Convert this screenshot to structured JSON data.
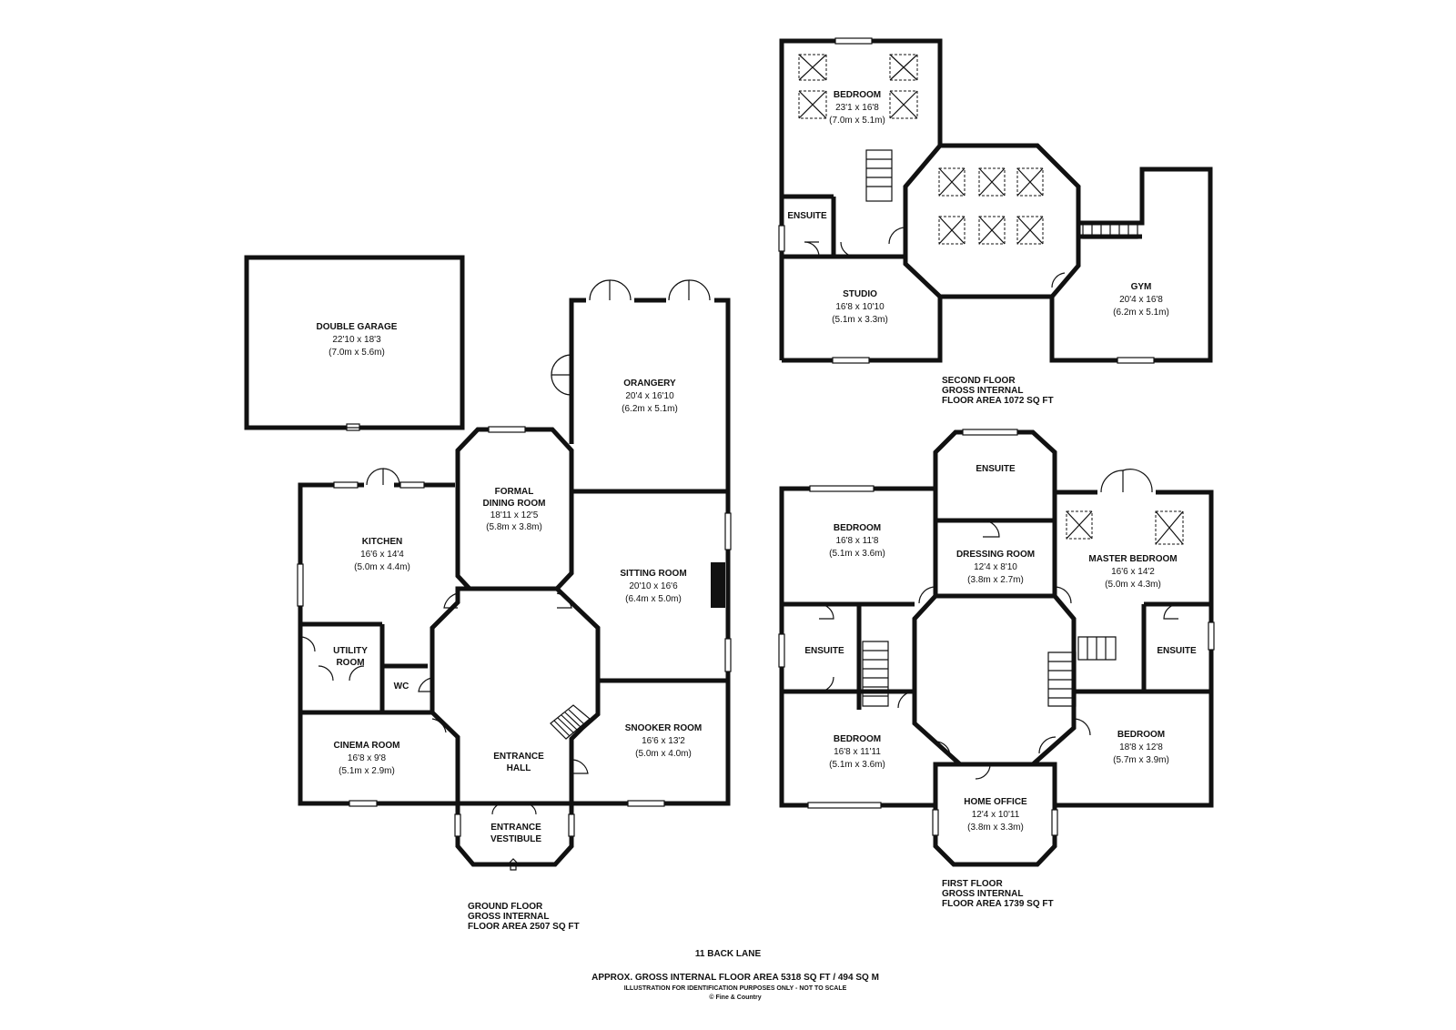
{
  "floors": {
    "ground": {
      "label_lines": [
        "GROUND FLOOR",
        "GROSS INTERNAL",
        "FLOOR AREA 2507 SQ FT"
      ],
      "rooms": [
        {
          "id": "double-garage",
          "name": [
            "DOUBLE GARAGE"
          ],
          "dims": [
            "22'10 x 18'3",
            "(7.0m x 5.6m)"
          ]
        },
        {
          "id": "orangery",
          "name": [
            "ORANGERY"
          ],
          "dims": [
            "20'4 x 16'10",
            "(6.2m x 5.1m)"
          ]
        },
        {
          "id": "formal-dining-room",
          "name": [
            "FORMAL",
            "DINING ROOM"
          ],
          "dims": [
            "18'11 x 12'5",
            "(5.8m x 3.8m)"
          ]
        },
        {
          "id": "kitchen",
          "name": [
            "KITCHEN"
          ],
          "dims": [
            "16'6 x 14'4",
            "(5.0m x 4.4m)"
          ]
        },
        {
          "id": "sitting-room",
          "name": [
            "SITTING ROOM"
          ],
          "dims": [
            "20'10 x 16'6",
            "(6.4m x 5.0m)"
          ]
        },
        {
          "id": "utility-room",
          "name": [
            "UTILITY",
            "ROOM"
          ],
          "dims": []
        },
        {
          "id": "wc",
          "name": [
            "WC"
          ],
          "dims": []
        },
        {
          "id": "cinema-room",
          "name": [
            "CINEMA ROOM"
          ],
          "dims": [
            "16'8 x 9'8",
            "(5.1m x 2.9m)"
          ]
        },
        {
          "id": "entrance-hall",
          "name": [
            "ENTRANCE",
            "HALL"
          ],
          "dims": []
        },
        {
          "id": "snooker-room",
          "name": [
            "SNOOKER ROOM"
          ],
          "dims": [
            "16'6 x 13'2",
            "(5.0m x 4.0m)"
          ]
        },
        {
          "id": "entrance-vestibule",
          "name": [
            "ENTRANCE",
            "VESTIBULE"
          ],
          "dims": []
        }
      ]
    },
    "second": {
      "label_lines": [
        "SECOND FLOOR",
        "GROSS INTERNAL",
        "FLOOR AREA 1072 SQ FT"
      ],
      "rooms": [
        {
          "id": "bedroom-top",
          "name": [
            "BEDROOM"
          ],
          "dims": [
            "23'1 x 16'8",
            "(7.0m x 5.1m)"
          ]
        },
        {
          "id": "ensuite-second",
          "name": [
            "ENSUITE"
          ],
          "dims": []
        },
        {
          "id": "studio",
          "name": [
            "STUDIO"
          ],
          "dims": [
            "16'8 x 10'10",
            "(5.1m x 3.3m)"
          ]
        },
        {
          "id": "gym",
          "name": [
            "GYM"
          ],
          "dims": [
            "20'4 x 16'8",
            "(6.2m x 5.1m)"
          ]
        }
      ]
    },
    "first": {
      "label_lines": [
        "FIRST FLOOR",
        "GROSS INTERNAL",
        "FLOOR AREA 1739 SQ FT"
      ],
      "rooms": [
        {
          "id": "ensuite-top",
          "name": [
            "ENSUITE"
          ],
          "dims": []
        },
        {
          "id": "bedroom-nw",
          "name": [
            "BEDROOM"
          ],
          "dims": [
            "16'8 x 11'8",
            "(5.1m x 3.6m)"
          ]
        },
        {
          "id": "dressing-room",
          "name": [
            "DRESSING ROOM"
          ],
          "dims": [
            "12'4 x 8'10",
            "(3.8m x 2.7m)"
          ]
        },
        {
          "id": "master-bedroom",
          "name": [
            "MASTER BEDROOM"
          ],
          "dims": [
            "16'6 x 14'2",
            "(5.0m x 4.3m)"
          ]
        },
        {
          "id": "ensuite-west",
          "name": [
            "ENSUITE"
          ],
          "dims": []
        },
        {
          "id": "ensuite-east",
          "name": [
            "ENSUITE"
          ],
          "dims": []
        },
        {
          "id": "bedroom-sw",
          "name": [
            "BEDROOM"
          ],
          "dims": [
            "16'8 x 11'11",
            "(5.1m x 3.6m)"
          ]
        },
        {
          "id": "bedroom-se",
          "name": [
            "BEDROOM"
          ],
          "dims": [
            "18'8 x 12'8",
            "(5.7m x 3.9m)"
          ]
        },
        {
          "id": "home-office",
          "name": [
            "HOME OFFICE"
          ],
          "dims": [
            "12'4 x 10'11",
            "(3.8m x 3.3m)"
          ]
        }
      ]
    }
  },
  "footer": {
    "address": "11 BACK LANE",
    "total_area": "APPROX. GROSS INTERNAL FLOOR AREA 5318 SQ FT / 494 SQ M",
    "disclaimer": "ILLUSTRATION FOR IDENTIFICATION PURPOSES ONLY - NOT TO SCALE",
    "copyright": "© Fine & Country"
  }
}
